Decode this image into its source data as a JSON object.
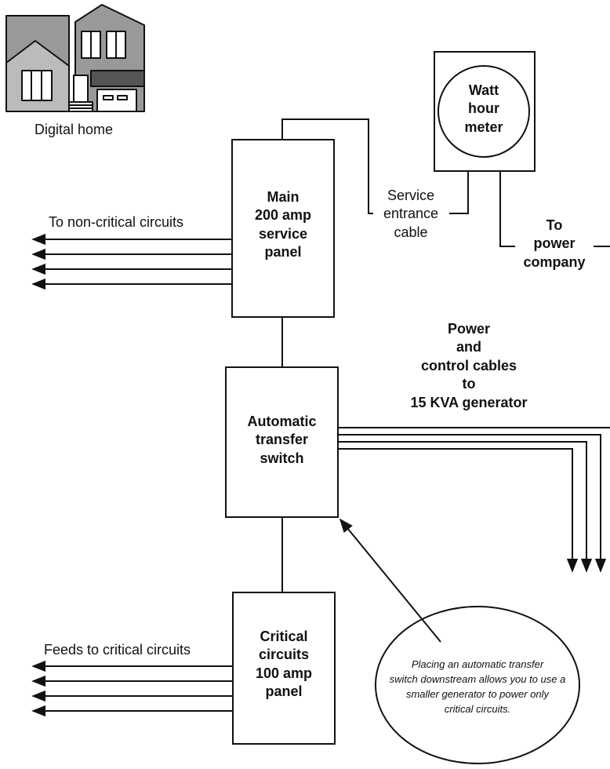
{
  "house": {
    "caption": "Digital home"
  },
  "meter": {
    "label": [
      "Watt",
      "hour",
      "meter"
    ]
  },
  "service_cable": {
    "label": [
      "Service",
      "entrance",
      "cable"
    ]
  },
  "power_company": {
    "label": [
      "To",
      "power",
      "company"
    ]
  },
  "main_panel": {
    "label": [
      "Main",
      "200 amp",
      "service",
      "panel"
    ]
  },
  "non_critical": {
    "label": "To non-critical circuits",
    "arrow_count": 4
  },
  "generator_cables": {
    "label": [
      "Power",
      "and",
      "control cables",
      "to",
      "15 KVA generator"
    ],
    "arrow_count": 3
  },
  "transfer_switch": {
    "label": [
      "Automatic",
      "transfer",
      "switch"
    ]
  },
  "critical_panel": {
    "label": [
      "Critical",
      "circuits",
      "100 amp",
      "panel"
    ]
  },
  "critical_feeds": {
    "label": "Feeds to critical circuits",
    "arrow_count": 4
  },
  "callout": {
    "text": [
      "Placing an automatic transfer",
      "switch downstream allows you to use a",
      "smaller generator to power only",
      "critical  circuits."
    ]
  }
}
